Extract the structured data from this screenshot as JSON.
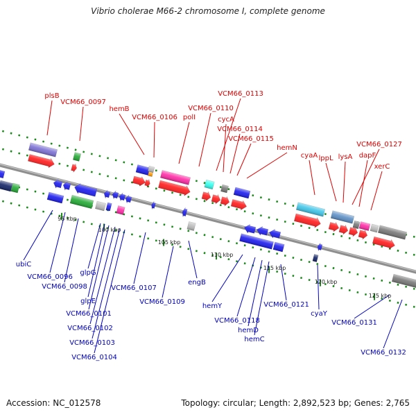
{
  "title": "Vibrio cholerae M66-2 chromosome I, complete genome",
  "footer": {
    "accession": "Accession: NC_012578",
    "summary": "Topology: circular; Length: 2,892,523 bp; Genes: 2,765"
  },
  "colors": {
    "backbone": "#8f8f8f",
    "forward_label": "#dd0000",
    "reverse_label": "#0000bb",
    "tick": "#1a8a1a",
    "red": "#ff1a1a",
    "blue": "#1a1aee",
    "pink": "#ff2aa6",
    "purple": "#7b6fd4",
    "cyan": "#3fc5e8",
    "aqua": "#33ffee",
    "steel": "#5b8ec4",
    "gray": "#777777",
    "green": "#22aa33",
    "silver": "#bbbbbb",
    "orange": "#ff9900",
    "navy": "#112266"
  },
  "kbp_labels": [
    "95 kbp",
    "100 kbp",
    "105 kbp",
    "110 kbp",
    "115 kbp",
    "120 kbp",
    "125 kbp"
  ],
  "forward_genes": [
    "plsB",
    "VCM66_0097",
    "hemB",
    "VCM66_0106",
    "polI",
    "VCM66_0110",
    "VCM66_0113",
    "cycA",
    "VCM66_0114",
    "VCM66_0115",
    "hemN",
    "cyaA",
    "lppL",
    "lysA",
    "VCM66_0127",
    "dapF",
    "xerC"
  ],
  "reverse_genes": [
    "ubiC",
    "VCM66_0096",
    "VCM66_0098",
    "glpG",
    "glpE",
    "VCM66_0101",
    "VCM66_0102",
    "VCM66_0103",
    "VCM66_0104",
    "VCM66_0107",
    "VCM66_0109",
    "engB",
    "hemY",
    "VCM66_0118",
    "hemD",
    "hemC",
    "VCM66_0121",
    "cyaY",
    "VCM66_0131",
    "VCM66_0132"
  ]
}
